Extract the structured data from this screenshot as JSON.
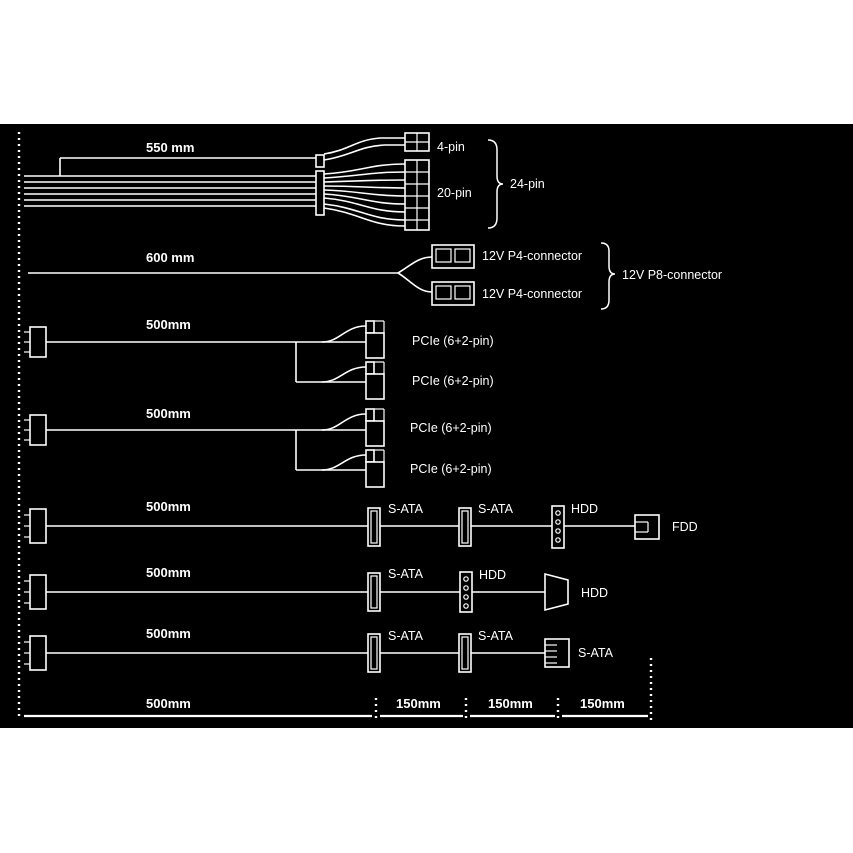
{
  "colors": {
    "background": "#000000",
    "line": "#ffffff",
    "page": "#ffffff"
  },
  "main_atx": {
    "length": "550 mm",
    "label_4pin": "4-pin",
    "label_20pin": "20-pin",
    "label_24pin": "24-pin"
  },
  "cpu": {
    "length": "600 mm",
    "label_p4_top": "12V P4-connector",
    "label_p4_bottom": "12V P4-connector",
    "label_p8": "12V P8-connector"
  },
  "pcie1": {
    "length": "500mm",
    "label_top": "PCIe (6+2-pin)",
    "label_bottom": "PCIe (6+2-pin)"
  },
  "pcie2": {
    "length": "500mm",
    "label_top": "PCIe (6+2-pin)",
    "label_bottom": "PCIe (6+2-pin)"
  },
  "periph1": {
    "length": "500mm",
    "labels": [
      "S-ATA",
      "S-ATA",
      "HDD",
      "FDD"
    ]
  },
  "periph2": {
    "length": "500mm",
    "labels": [
      "S-ATA",
      "HDD",
      "HDD"
    ]
  },
  "periph3": {
    "length": "500mm",
    "labels": [
      "S-ATA",
      "S-ATA",
      "S-ATA"
    ]
  },
  "scale": {
    "segments": [
      "500mm",
      "150mm",
      "150mm",
      "150mm"
    ]
  }
}
